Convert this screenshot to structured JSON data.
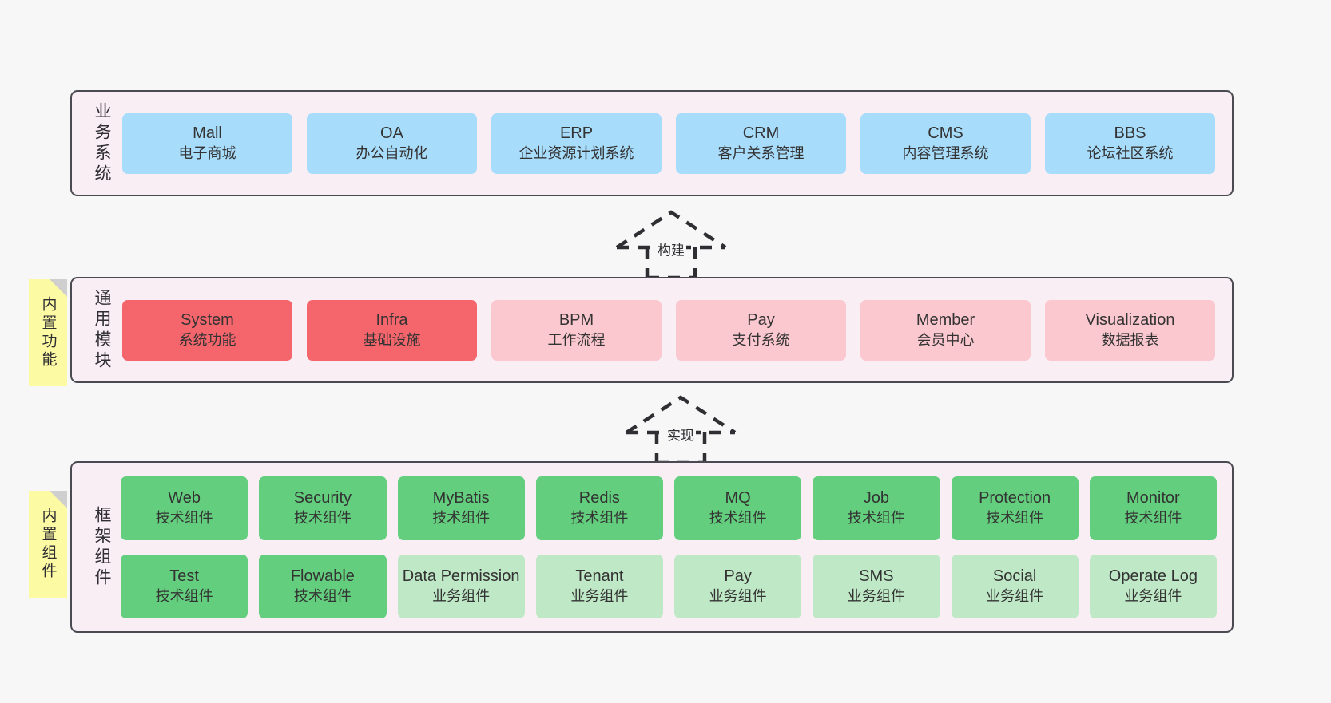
{
  "diagram": {
    "title": "",
    "canvas_bg": "#f7f7f7",
    "layer_bg": "#faeef5",
    "layer_border": "#4a4a52",
    "note_bg": "#fcfaa2",
    "note_fold": "#cfcfcf"
  },
  "layers": [
    {
      "id": "business-system",
      "label": "业务系统",
      "note": null,
      "rows": [
        {
          "boxes": [
            {
              "name": "Mall",
              "sub": "电子商城",
              "color": "#a8dcfb",
              "style": "blue"
            },
            {
              "name": "OA",
              "sub": "办公自动化",
              "color": "#a8dcfb",
              "style": "blue"
            },
            {
              "name": "ERP",
              "sub": "企业资源计划系统",
              "color": "#a8dcfb",
              "style": "blue"
            },
            {
              "name": "CRM",
              "sub": "客户关系管理",
              "color": "#a8dcfb",
              "style": "blue"
            },
            {
              "name": "CMS",
              "sub": "内容管理系统",
              "color": "#a8dcfb",
              "style": "blue"
            },
            {
              "name": "BBS",
              "sub": "论坛社区系统",
              "color": "#a8dcfb",
              "style": "blue"
            }
          ]
        }
      ]
    },
    {
      "id": "common-module",
      "label": "通用模块",
      "note": "内置功能",
      "rows": [
        {
          "boxes": [
            {
              "name": "System",
              "sub": "系统功能",
              "color": "#f4656c",
              "style": "red"
            },
            {
              "name": "Infra",
              "sub": "基础设施",
              "color": "#f4656c",
              "style": "red"
            },
            {
              "name": "BPM",
              "sub": "工作流程",
              "color": "#fbc8cf",
              "style": "pink"
            },
            {
              "name": "Pay",
              "sub": "支付系统",
              "color": "#fbc8cf",
              "style": "pink"
            },
            {
              "name": "Member",
              "sub": "会员中心",
              "color": "#fbc8cf",
              "style": "pink"
            },
            {
              "name": "Visualization",
              "sub": "数据报表",
              "color": "#fbc8cf",
              "style": "pink"
            }
          ]
        }
      ]
    },
    {
      "id": "framework-component",
      "label": "框架组件",
      "note": "内置组件",
      "rows": [
        {
          "boxes": [
            {
              "name": "Web",
              "sub": "技术组件",
              "color": "#63ce7d",
              "style": "green"
            },
            {
              "name": "Security",
              "sub": "技术组件",
              "color": "#63ce7d",
              "style": "green"
            },
            {
              "name": "MyBatis",
              "sub": "技术组件",
              "color": "#63ce7d",
              "style": "green"
            },
            {
              "name": "Redis",
              "sub": "技术组件",
              "color": "#63ce7d",
              "style": "green"
            },
            {
              "name": "MQ",
              "sub": "技术组件",
              "color": "#63ce7d",
              "style": "green"
            },
            {
              "name": "Job",
              "sub": "技术组件",
              "color": "#63ce7d",
              "style": "green"
            },
            {
              "name": "Protection",
              "sub": "技术组件",
              "color": "#63ce7d",
              "style": "green"
            },
            {
              "name": "Monitor",
              "sub": "技术组件",
              "color": "#63ce7d",
              "style": "green"
            }
          ]
        },
        {
          "boxes": [
            {
              "name": "Test",
              "sub": "技术组件",
              "color": "#63ce7d",
              "style": "green"
            },
            {
              "name": "Flowable",
              "sub": "技术组件",
              "color": "#63ce7d",
              "style": "green"
            },
            {
              "name": "Data Permission",
              "sub": "业务组件",
              "color": "#bfe9c6",
              "style": "lgreen"
            },
            {
              "name": "Tenant",
              "sub": "业务组件",
              "color": "#bfe9c6",
              "style": "lgreen"
            },
            {
              "name": "Pay",
              "sub": "业务组件",
              "color": "#bfe9c6",
              "style": "lgreen"
            },
            {
              "name": "SMS",
              "sub": "业务组件",
              "color": "#bfe9c6",
              "style": "lgreen"
            },
            {
              "name": "Social",
              "sub": "业务组件",
              "color": "#bfe9c6",
              "style": "lgreen"
            },
            {
              "name": "Operate Log",
              "sub": "业务组件",
              "color": "#bfe9c6",
              "style": "lgreen"
            }
          ]
        }
      ]
    }
  ],
  "connectors": [
    {
      "id": "connector-build",
      "label": "构建",
      "from": "common-module",
      "to": "business-system",
      "style": "dashed-generalization"
    },
    {
      "id": "connector-implement",
      "label": "实现",
      "from": "framework-component",
      "to": "common-module",
      "style": "dashed-generalization"
    }
  ]
}
